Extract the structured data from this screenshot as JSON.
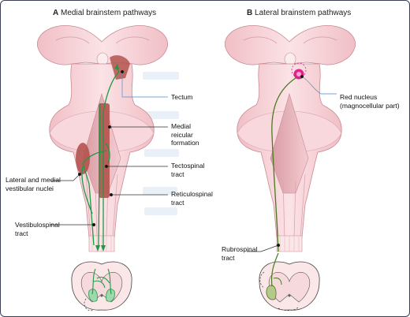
{
  "panels": {
    "a": {
      "letter": "A",
      "title": "Medial brainstem pathways"
    },
    "b": {
      "letter": "B",
      "title": "Lateral brainstem pathways"
    }
  },
  "labels": {
    "tectum": "Tectum",
    "medial_reticular_1": "Medial",
    "medial_reticular_2": "reicular",
    "medial_reticular_3": "formation",
    "tectospinal_1": "Tectospinal",
    "tectospinal_2": "tract",
    "vestibular_nuclei_1": "Lateral and medial",
    "vestibular_nuclei_2": "vestibular nuclei",
    "reticulospinal_1": "Reticulospinal",
    "reticulospinal_2": "tract",
    "vestibulospinal_1": "Vestibulospinal",
    "vestibulospinal_2": "tract",
    "red_nucleus_1": "Red nucleus",
    "red_nucleus_2": "(magnocellular part)",
    "rubrospinal_1": "Rubrospinal",
    "rubrospinal_2": "tract"
  },
  "colors": {
    "tissue": "#f6d4d8",
    "tissue_dark": "#e9b5bc",
    "tract_green": "#1f9a45",
    "reticular": "#b4534e",
    "red_nucleus": "#e0218a",
    "leader_blue": "#4a8fd0"
  }
}
